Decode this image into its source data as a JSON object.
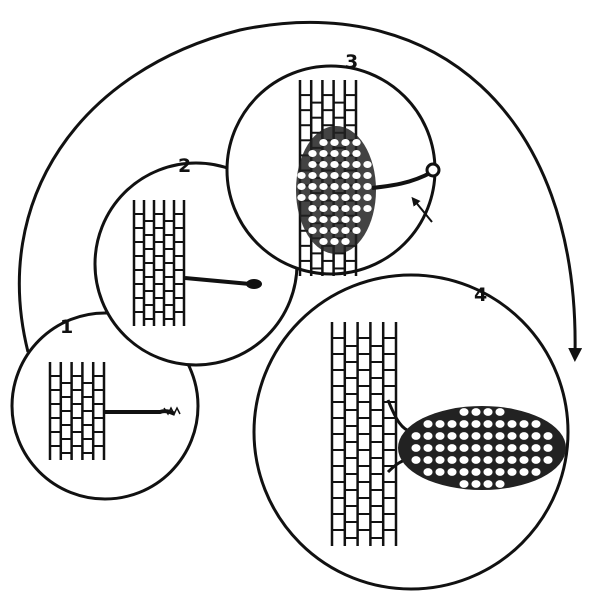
{
  "diagram": {
    "steps": [
      {
        "label": "1",
        "icon": "root-hair-tip-curling-icon"
      },
      {
        "label": "2",
        "icon": "root-hair-infection-thread-icon"
      },
      {
        "label": "3",
        "icon": "cortex-cell-division-icon"
      },
      {
        "label": "4",
        "icon": "mature-nodule-icon"
      }
    ],
    "cycle_arrow": "clockwise-cycle-arrow",
    "colors": {
      "ink": "#111111",
      "paper": "#ffffff"
    }
  }
}
